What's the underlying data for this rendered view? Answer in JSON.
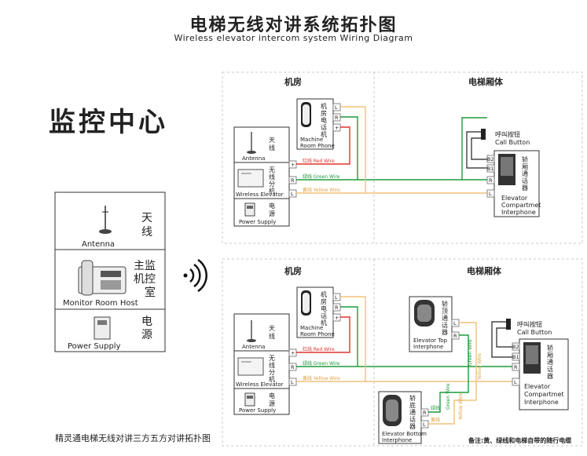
{
  "title": "电梯无线对讲系统拓扑图",
  "subtitle": "Wireless elevator intercom system Wiring Diagram",
  "monitor": {
    "heading": "监控中心",
    "antenna_cn": [
      "天",
      "线"
    ],
    "antenna_en": "Antenna",
    "host_cn": [
      "主监",
      "机控",
      "室"
    ],
    "host_en": "Monitor Room Host",
    "power_cn": [
      "电",
      "源"
    ],
    "power_en": "Power Supply"
  },
  "machine_room": "机房",
  "car_top": "电梯厢体",
  "car_bottom": "电梯厢体",
  "machine_phone_cn": [
    "机",
    "房",
    "电",
    "话",
    "机"
  ],
  "machine_phone_en": [
    "Machine",
    "Room Phone"
  ],
  "antenna_cn": [
    "天",
    "线"
  ],
  "antenna_en": "Antenna",
  "wireless_cn": [
    "无",
    "线",
    "分",
    "机"
  ],
  "wireless_en": "Wireless Elevator",
  "power_cn": [
    "电",
    "源"
  ],
  "power_en": "Power Supply",
  "call_button_cn": "呼叫按钮",
  "call_button_en": "Call Button",
  "car_intercom_cn": [
    "轿",
    "厢",
    "通",
    "话",
    "器"
  ],
  "car_intercom_en": [
    "Elevator",
    "Compartmet",
    "Interphone"
  ],
  "top_intercom_cn": [
    "轿",
    "顶",
    "通",
    "话",
    "器"
  ],
  "top_intercom_en": [
    "Elevator Top",
    "Interphone"
  ],
  "bottom_intercom_cn": [
    "轿",
    "底",
    "通",
    "话",
    "器"
  ],
  "bottom_intercom_en": [
    "Elevator Bottom",
    "Interphone"
  ],
  "wires": {
    "red": "红线  Red Wire",
    "green": "绿线  Green Wire",
    "yellow": "黄线  Yellow Wire",
    "green_v": "Green Wire",
    "yellow_v": "Yellow Wire",
    "green_cn": "绿线",
    "yellow_cn": "黄线"
  },
  "terminals": {
    "L": "L",
    "R": "R",
    "plus": "+",
    "B1": "B1",
    "B2": "B2"
  },
  "caption": "精灵通电梯无线对讲三方五方对讲拓扑图",
  "note": "备注:黄、绿线和电梯自带的随行电缆",
  "colors": {
    "red": "#e0322b",
    "green": "#1f9a3c",
    "yellow": "#f2c27a"
  }
}
